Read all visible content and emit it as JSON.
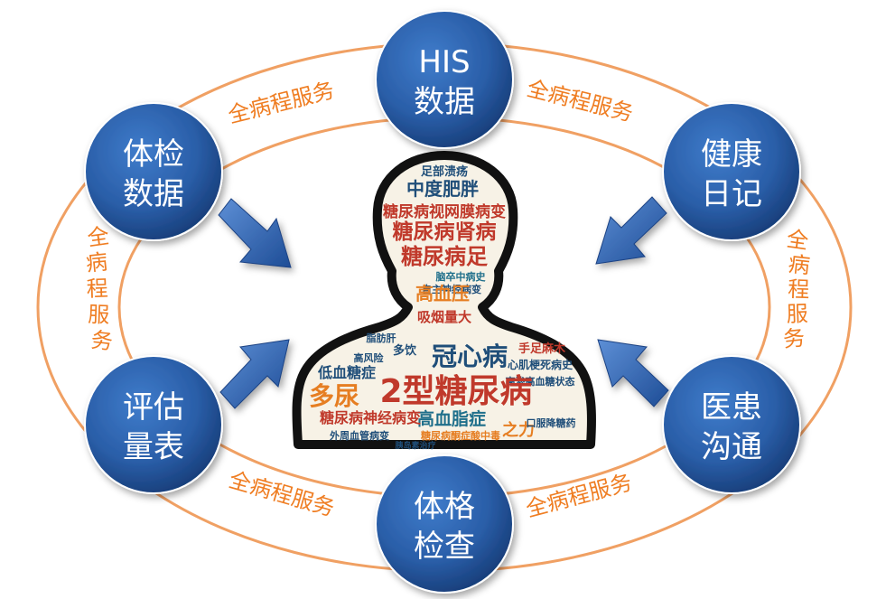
{
  "colors": {
    "ring": "#f0a063",
    "ring_label": "#ef7d22",
    "node_fill": "#2a5ea8",
    "node_dark": "#163b76",
    "arrow": "#2f64b1",
    "silhouette": "#111111",
    "silhouette_bg": "#f7f2e6"
  },
  "service_label": "全病程服务",
  "nodes": [
    {
      "id": "his",
      "lines": [
        "HIS",
        "数据"
      ]
    },
    {
      "id": "health_diary",
      "lines": [
        "健康",
        "日记"
      ]
    },
    {
      "id": "doctor_patient",
      "lines": [
        "医患",
        "沟通"
      ]
    },
    {
      "id": "physical_exam",
      "lines": [
        "体格",
        "检查"
      ]
    },
    {
      "id": "assessment",
      "lines": [
        "评估",
        "量表"
      ]
    },
    {
      "id": "checkup_data",
      "lines": [
        "体检",
        "数据"
      ]
    }
  ],
  "word_cloud": {
    "words": [
      {
        "text": "足部溃疡",
        "color": "#1f4e79"
      },
      {
        "text": "中度肥胖",
        "color": "#1f4e79"
      },
      {
        "text": "糖尿病视网膜病变",
        "color": "#c0392b"
      },
      {
        "text": "糖尿病肾病",
        "color": "#c0392b"
      },
      {
        "text": "糖尿病足",
        "color": "#c0392b"
      },
      {
        "text": "脑卒中病史",
        "color": "#1f6f8b"
      },
      {
        "text": "自主神经病变",
        "color": "#1f4e79"
      },
      {
        "text": "高血压",
        "color": "#e67e22"
      },
      {
        "text": "吸烟量大",
        "color": "#c0392b"
      },
      {
        "text": "冠心病",
        "color": "#1f4e79"
      },
      {
        "text": "低血糖症",
        "color": "#1f4e79"
      },
      {
        "text": "多饮",
        "color": "#1f4e79"
      },
      {
        "text": "手足麻木",
        "color": "#c0392b"
      },
      {
        "text": "心肌梗死病史",
        "color": "#1f4e79"
      },
      {
        "text": "高渗高血糖状态",
        "color": "#1f4e79"
      },
      {
        "text": "多尿",
        "color": "#e67e22"
      },
      {
        "text": "2型糖尿病",
        "color": "#c0392b"
      },
      {
        "text": "高血脂症",
        "color": "#1f6f8b"
      },
      {
        "text": "糖尿病神经病变",
        "color": "#c0392b"
      },
      {
        "text": "外周血管病变",
        "color": "#1f4e79"
      },
      {
        "text": "糖尿病酮症酸中毒",
        "color": "#e67e22"
      },
      {
        "text": "之力",
        "color": "#e67e22"
      },
      {
        "text": "口服降糖药",
        "color": "#1f4e79"
      },
      {
        "text": "胰岛素治疗",
        "color": "#1f4e79"
      },
      {
        "text": "脂肪肝",
        "color": "#1f4e79"
      },
      {
        "text": "高风险",
        "color": "#1f4e79"
      }
    ]
  }
}
